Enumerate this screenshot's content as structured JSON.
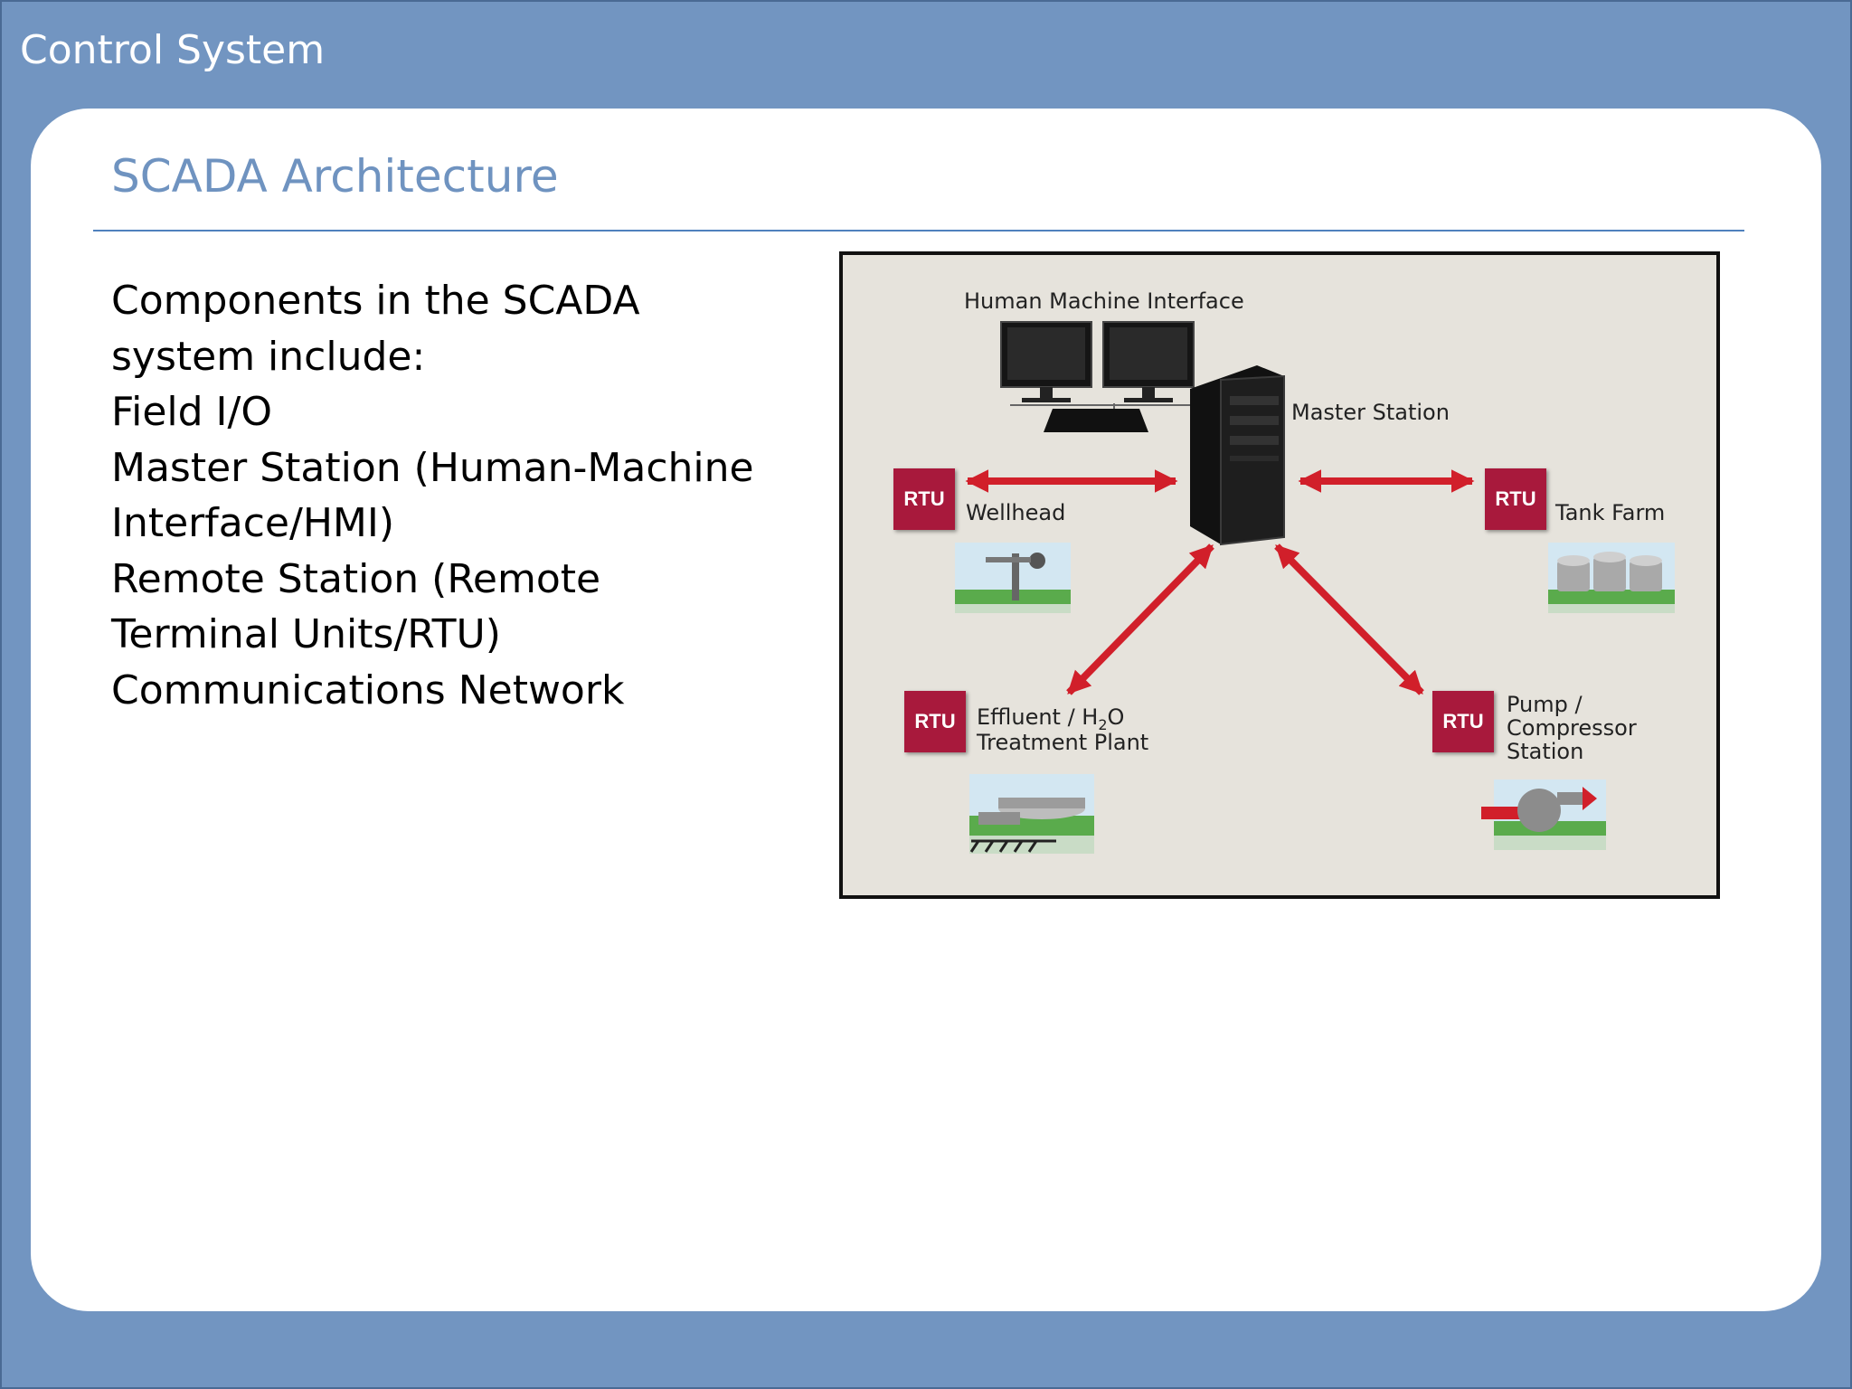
{
  "header": {
    "title": "Control System"
  },
  "slide": {
    "title": "SCADA Architecture",
    "bullets": [
      "Components in the SCADA system include:",
      "Field I/O",
      "Master Station (Human-Machine Interface/HMI)",
      "Remote Station (Remote Terminal Units/RTU)",
      "Communications Network"
    ]
  },
  "diagram": {
    "hmi_label": "Human Machine Interface",
    "master_label": "Master Station",
    "rtu_label": "RTU",
    "wellhead_label": "Wellhead",
    "tankfarm_label": "Tank Farm",
    "effluent_line1": "Effluent / H",
    "effluent_sub": "2",
    "effluent_o": "O",
    "effluent_line2": "Treatment Plant",
    "pump_line1": "Pump /",
    "pump_line2": "Compressor",
    "pump_line3": "Station",
    "colors": {
      "rtu": "#a8193c",
      "arrow": "#d11f2a",
      "background": "#e6e3dc"
    }
  }
}
